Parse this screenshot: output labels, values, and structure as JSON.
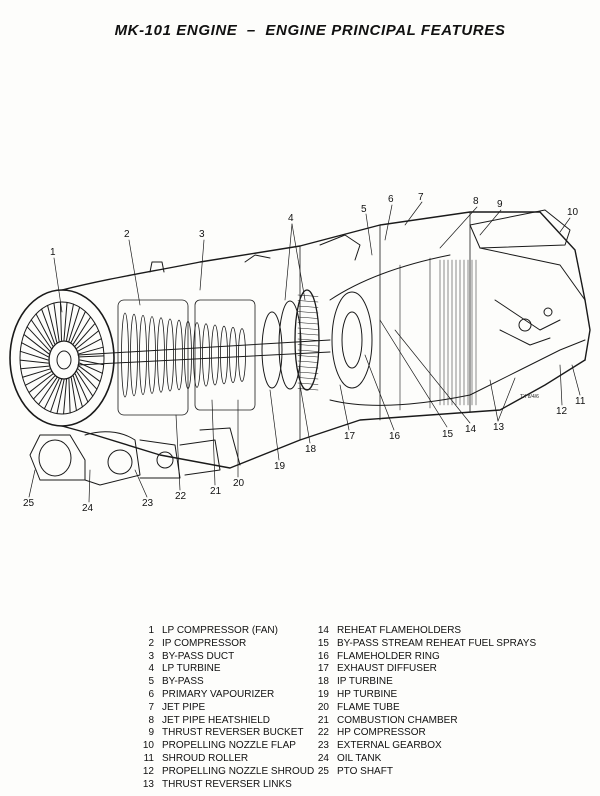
{
  "title": "MK-101 ENGINE  –  ENGINE PRINCIPAL FEATURES",
  "drawing_code": "TX 8/4/6",
  "callouts": [
    {
      "num": "1"
    },
    {
      "num": "2"
    },
    {
      "num": "3"
    },
    {
      "num": "4"
    },
    {
      "num": "5"
    },
    {
      "num": "6"
    },
    {
      "num": "7"
    },
    {
      "num": "8"
    },
    {
      "num": "9"
    },
    {
      "num": "10"
    },
    {
      "num": "11"
    },
    {
      "num": "12"
    },
    {
      "num": "13"
    },
    {
      "num": "14"
    },
    {
      "num": "15"
    },
    {
      "num": "16"
    },
    {
      "num": "17"
    },
    {
      "num": "18"
    },
    {
      "num": "19"
    },
    {
      "num": "20"
    },
    {
      "num": "21"
    },
    {
      "num": "22"
    },
    {
      "num": "23"
    },
    {
      "num": "24"
    },
    {
      "num": "25"
    }
  ],
  "legend_left": [
    {
      "num": "1",
      "label": "LP COMPRESSOR (FAN)"
    },
    {
      "num": "2",
      "label": "IP COMPRESSOR"
    },
    {
      "num": "3",
      "label": "BY-PASS DUCT"
    },
    {
      "num": "4",
      "label": "LP TURBINE"
    },
    {
      "num": "5",
      "label": "BY-PASS"
    },
    {
      "num": "6",
      "label": "PRIMARY VAPOURIZER"
    },
    {
      "num": "7",
      "label": "JET PIPE"
    },
    {
      "num": "8",
      "label": "JET PIPE HEATSHIELD"
    },
    {
      "num": "9",
      "label": "THRUST REVERSER BUCKET"
    },
    {
      "num": "10",
      "label": "PROPELLING NOZZLE FLAP"
    },
    {
      "num": "11",
      "label": "SHROUD ROLLER"
    },
    {
      "num": "12",
      "label": "PROPELLING NOZZLE SHROUD"
    },
    {
      "num": "13",
      "label": "THRUST REVERSER LINKS"
    }
  ],
  "legend_right": [
    {
      "num": "14",
      "label": "REHEAT FLAMEHOLDERS"
    },
    {
      "num": "15",
      "label": "BY-PASS STREAM REHEAT FUEL SPRAYS"
    },
    {
      "num": "16",
      "label": "FLAMEHOLDER RING"
    },
    {
      "num": "17",
      "label": "EXHAUST DIFFUSER"
    },
    {
      "num": "18",
      "label": "IP TURBINE"
    },
    {
      "num": "19",
      "label": "HP TURBINE"
    },
    {
      "num": "20",
      "label": "FLAME TUBE"
    },
    {
      "num": "21",
      "label": "COMBUSTION CHAMBER"
    },
    {
      "num": "22",
      "label": "HP COMPRESSOR"
    },
    {
      "num": "23",
      "label": "EXTERNAL GEARBOX"
    },
    {
      "num": "24",
      "label": "OIL TANK"
    },
    {
      "num": "25",
      "label": "PTO SHAFT"
    }
  ]
}
